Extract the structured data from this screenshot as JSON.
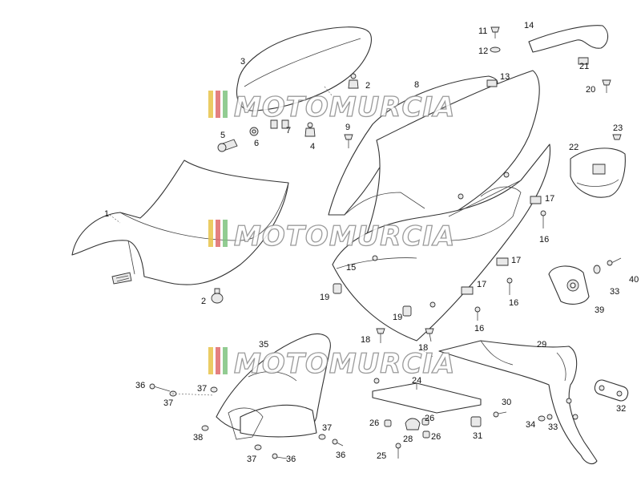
{
  "diagram": {
    "part_numbers": [
      "1",
      "2",
      "3",
      "4",
      "5",
      "6",
      "7",
      "8",
      "9",
      "11",
      "12",
      "13",
      "14",
      "15",
      "16",
      "17",
      "18",
      "19",
      "20",
      "21",
      "22",
      "23",
      "24",
      "25",
      "26",
      "28",
      "29",
      "30",
      "31",
      "32",
      "33",
      "34",
      "35",
      "36",
      "37",
      "38",
      "39",
      "40"
    ]
  },
  "watermark": {
    "text": "MOTOMURCIA",
    "stripe_colors": [
      "#e8c44a",
      "#e06a6a",
      "#7fc47f"
    ]
  }
}
